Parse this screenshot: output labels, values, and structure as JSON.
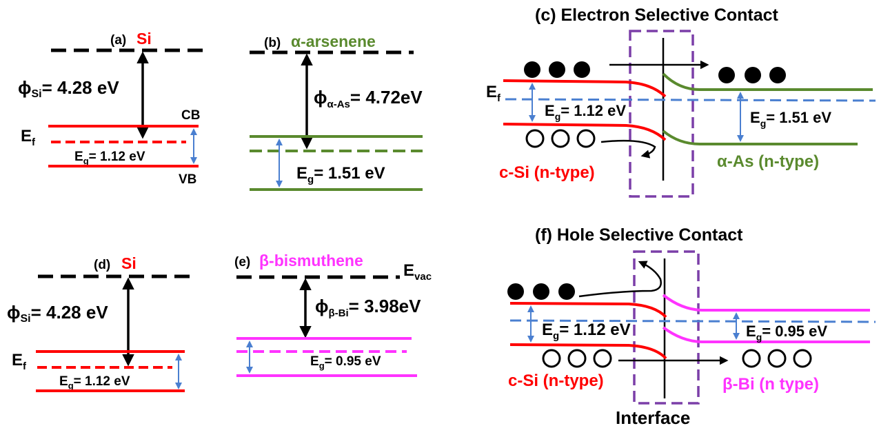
{
  "colors": {
    "si": "#ff0000",
    "arsenene": "#5a8a2e",
    "bismuthene": "#ff33ff",
    "fermi": "#4a7fd0",
    "gap_arrow": "#4a7fd0",
    "interface_box": "#7b3fa8",
    "text": "#000000"
  },
  "panel_a": {
    "label": "(a)",
    "material": "Si",
    "phi_sym": "ϕ",
    "phi_sub": "Si",
    "phi_value": "= 4.28 eV",
    "cb": "CB",
    "vb": "VB",
    "ef_main": "E",
    "ef_sub": "f",
    "eg_main": "E",
    "eg_sub": "g",
    "eg_value": "= 1.12 eV"
  },
  "panel_b": {
    "label": "(b)",
    "material": "α-arsenene",
    "phi_sym": "ϕ",
    "phi_sub": "α-As",
    "phi_value": "= 4.72eV",
    "eg_main": "E",
    "eg_sub": "g",
    "eg_value": "= 1.51 eV"
  },
  "panel_c": {
    "title": "(c) Electron Selective Contact",
    "ef_main": "E",
    "ef_sub": "f",
    "eg_left_main": "E",
    "eg_left_sub": "g",
    "eg_left_value": "= 1.12 eV",
    "eg_right_main": "E",
    "eg_right_sub": "g",
    "eg_right_value": "= 1.51 eV",
    "left_material": "c-Si (n-type)",
    "right_material": "α-As (n-type)"
  },
  "panel_d": {
    "label": "(d)",
    "material": "Si",
    "phi_sym": "ϕ",
    "phi_sub": "Si",
    "phi_value": "= 4.28 eV",
    "ef_main": "E",
    "ef_sub": "f",
    "eg_main": "E",
    "eg_sub": "g",
    "eg_value": "= 1.12 eV"
  },
  "panel_e": {
    "label": "(e)",
    "material": "β-bismuthene",
    "evac_main": "E",
    "evac_sub": "vac",
    "phi_sym": "ϕ",
    "phi_sub": "β-Bi",
    "phi_value": "= 3.98eV",
    "eg_main": "E",
    "eg_sub": "g",
    "eg_value": "= 0.95 eV"
  },
  "panel_f": {
    "title": "(f) Hole Selective Contact",
    "eg_left_main": "E",
    "eg_left_sub": "g",
    "eg_left_value": "= 1.12 eV",
    "eg_right_main": "E",
    "eg_right_sub": "g",
    "eg_right_value": "= 0.95 eV",
    "left_material": "c-Si (n-type)",
    "right_material": "β-Bi (n type)",
    "interface": "Interface"
  }
}
